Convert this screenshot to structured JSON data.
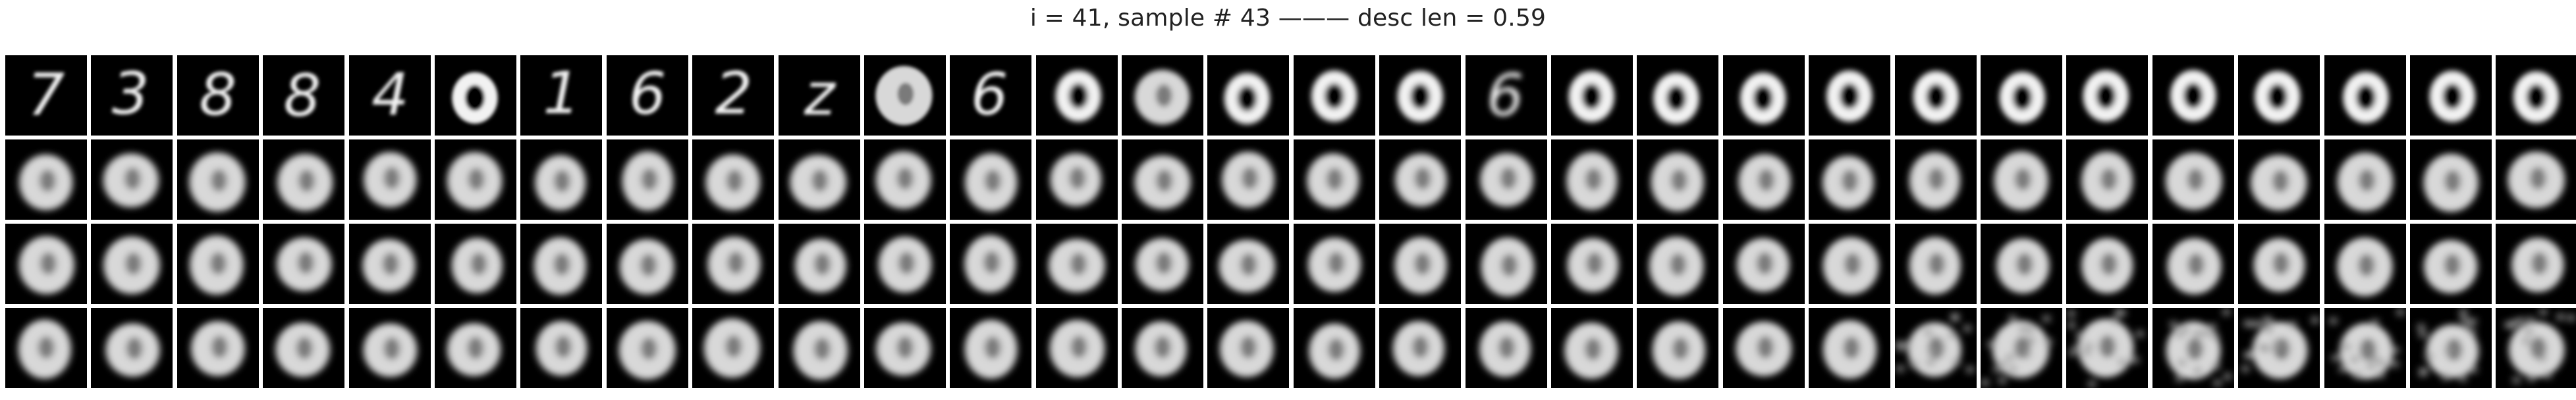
{
  "figure": {
    "title": "i = 41, sample # 43 ——— desc len = 0.59"
  },
  "panels": {
    "rows": 4,
    "cols": 30,
    "background_color": "#000000",
    "foreground_color": "#f2f2f2",
    "row_0": [
      "7",
      "3",
      "8",
      "8",
      "4",
      "0",
      "1",
      "6",
      "2",
      "z",
      "blob",
      "6",
      "0",
      "blob",
      "0",
      "0",
      "0",
      "6",
      "0",
      "0",
      "0",
      "0",
      "0",
      "0",
      "0",
      "0",
      "0",
      "0",
      "0",
      "0"
    ],
    "row_1": "blurry zero-like blobs",
    "row_2": "blurry zero-like blobs",
    "row_3": "blurry zero-like blobs, last columns noisy"
  }
}
